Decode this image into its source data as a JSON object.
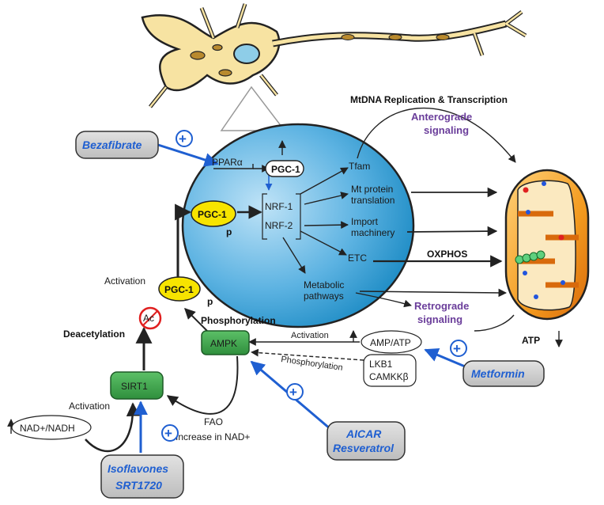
{
  "title": "MtDNA Replication & Transcription",
  "anterograde": [
    "Anterograde",
    "signaling"
  ],
  "retrograde": [
    "Retrograde",
    "signaling"
  ],
  "nucleus": {
    "ppar": "PPARα",
    "pgc1_top": "PGC-1",
    "pgc1_left": "PGC-1",
    "p_left": "p",
    "nrf1": "NRF-1",
    "nrf2": "NRF-2",
    "tfam": "Tfam",
    "mt_protein": [
      "Mt protein",
      "translation"
    ],
    "import": [
      "Import",
      "machinery"
    ],
    "etc": "ETC",
    "metabolic": [
      "Metabolic",
      "pathways"
    ]
  },
  "oxphos": "OXPHOS",
  "atp": "ATP",
  "amp_atp": "AMP/ATP",
  "lkb1": "LKB1",
  "camkk": "CAMKKβ",
  "activation_amp": "Activation",
  "phosphorylation_lkb": "Phosphorylation",
  "ampk": "AMPK",
  "sirt1": "SIRT1",
  "pgc1_lower": "PGC-1",
  "p_lower": "p",
  "ac": "Ac",
  "activation_pgc": "Activation",
  "deacetylation": "Deacetylation",
  "phosphorylation_main": "Phosphorylation",
  "activation_sirt": "Activation",
  "nad": "NAD+/NADH",
  "fao": "FAO",
  "increase_nad": "Increase in NAD+",
  "drugs": {
    "bezafibrate": "Bezafibrate",
    "metformin": "Metformin",
    "aicar": [
      "AICAR",
      "Resveratrol"
    ],
    "isoflavones": [
      "Isoflavones",
      "SRT1720"
    ]
  },
  "plus_symbol": "+",
  "colors": {
    "nucleus": "#1a8ec2",
    "drug_blue": "#1f5fd1",
    "ampk_green": "#3aa84a",
    "pgc_yellow": "#f7e400",
    "mito_orange": "#f39a1e",
    "purple": "#6a3d9a"
  }
}
